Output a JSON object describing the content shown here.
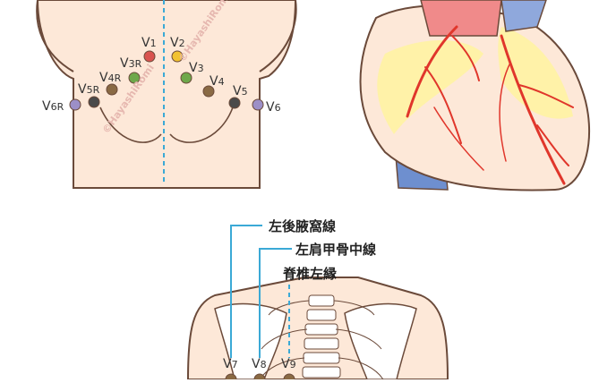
{
  "chest": {
    "leads": [
      {
        "id": "V1",
        "main": "V",
        "sub": "1",
        "color": "#d9534f"
      },
      {
        "id": "V2",
        "main": "V",
        "sub": "2",
        "color": "#f2c230"
      },
      {
        "id": "V3",
        "main": "V",
        "sub": "3",
        "color": "#6ea84a"
      },
      {
        "id": "V4",
        "main": "V",
        "sub": "4",
        "color": "#8a6a44"
      },
      {
        "id": "V5",
        "main": "V",
        "sub": "5",
        "color": "#4a4a4a"
      },
      {
        "id": "V6",
        "main": "V",
        "sub": "6",
        "color": "#9c8fc7"
      },
      {
        "id": "V3R",
        "main": "V",
        "sub": "3R",
        "color": "#6ea84a"
      },
      {
        "id": "V4R",
        "main": "V",
        "sub": "4R",
        "color": "#8a6a44"
      },
      {
        "id": "V5R",
        "main": "V",
        "sub": "5R",
        "color": "#4a4a4a"
      },
      {
        "id": "V6R",
        "main": "V",
        "sub": "6R",
        "color": "#9c8fc7"
      }
    ]
  },
  "back": {
    "lines": [
      {
        "id": "posterior-axillary",
        "label": "左後腋窩線"
      },
      {
        "id": "scapular",
        "label": "左肩甲骨中線"
      },
      {
        "id": "paravertebral",
        "label": "脊椎左縁"
      }
    ],
    "leads": [
      {
        "id": "V7",
        "main": "V",
        "sub": "7"
      },
      {
        "id": "V8",
        "main": "V",
        "sub": "8"
      },
      {
        "id": "V9",
        "main": "V",
        "sub": "9"
      }
    ]
  },
  "watermark": {
    "text": "©HayashiRomi"
  },
  "colors": {
    "skin": "#fde8d8",
    "outline": "#6b4a3a",
    "guide": "#3ba9d6",
    "artery": "#e0362b",
    "fat": "#fff3a0"
  }
}
